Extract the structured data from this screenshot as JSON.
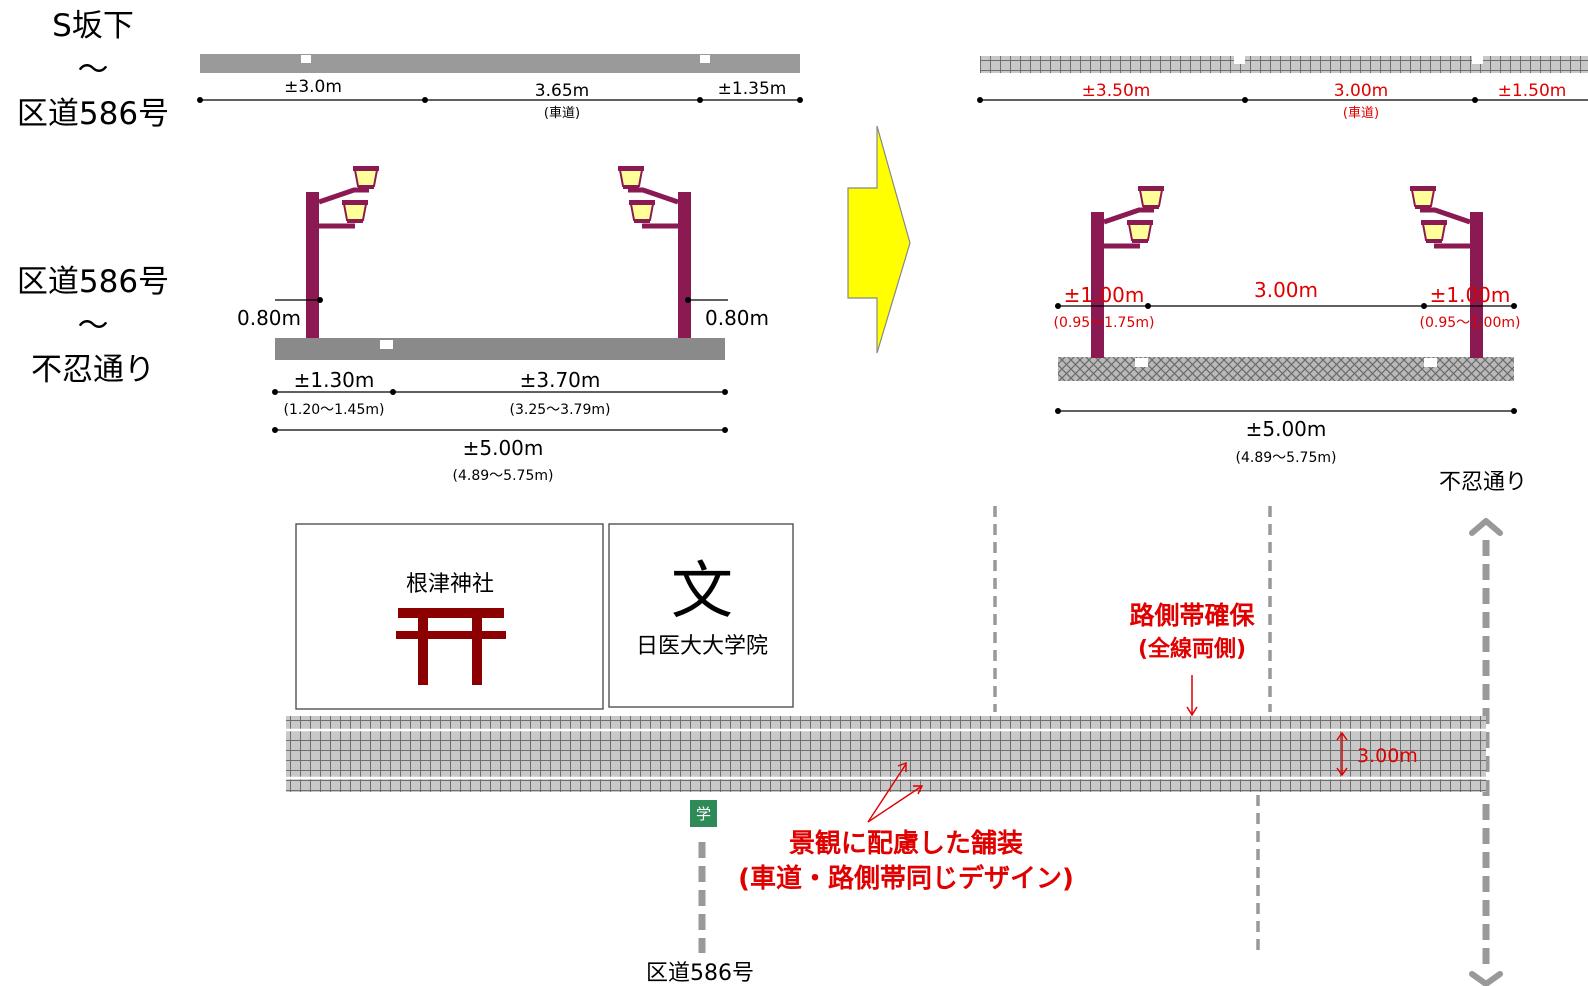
{
  "section_labels": {
    "top": [
      "S坂下",
      "〜",
      "区道586号"
    ],
    "middle": [
      "区道586号",
      "〜",
      "不忍通り"
    ]
  },
  "before": {
    "top_dims": [
      {
        "value": "±3.0m"
      },
      {
        "value": "3.65m",
        "sub": "(車道)"
      },
      {
        "value": "±1.35m"
      }
    ],
    "pole_offset_left": "0.80m",
    "pole_offset_right": "0.80m",
    "lower_dims": [
      {
        "value": "±1.30m",
        "sub": "(1.20〜1.45m)"
      },
      {
        "value": "±3.70m",
        "sub": "(3.25〜3.79m)"
      }
    ],
    "total": {
      "value": "±5.00m",
      "sub": "(4.89〜5.75m)"
    }
  },
  "after": {
    "top_dims": [
      {
        "value": "±3.50m"
      },
      {
        "value": "3.00m",
        "sub": "(車道)"
      },
      {
        "value": "±1.50m"
      }
    ],
    "middle_left": {
      "value": "±1.00m",
      "sub": "(0.95〜1.75m)"
    },
    "middle_center": "3.00m",
    "middle_right": {
      "value": "±1.00m",
      "sub": "(0.95〜1.00m)"
    },
    "total": {
      "value": "±5.00m",
      "sub": "(4.89〜5.75m)"
    }
  },
  "map": {
    "shrine_label": "根津神社",
    "school_symbol": "文",
    "school_label": "日医大大学院",
    "school_zone_sign": "学",
    "road_width_label": "3.00m",
    "shoulder_note": [
      "路側帯確保",
      "(全線両側)"
    ],
    "paving_note": [
      "景観に配慮した舗装",
      "(車道・路側帯同じデザイン)"
    ],
    "street_label_shinobazu": "不忍通り",
    "street_label_ward_road": "区道586号"
  },
  "colors": {
    "accent_red": "#e00000",
    "lamp_pole": "#8b1a52",
    "lamp_glass": "#ffff99",
    "road_gray": "#9a9a9a",
    "torii": "#8b0000",
    "arrow_yellow": "#ffff00",
    "sign_green": "#2e8b57"
  }
}
